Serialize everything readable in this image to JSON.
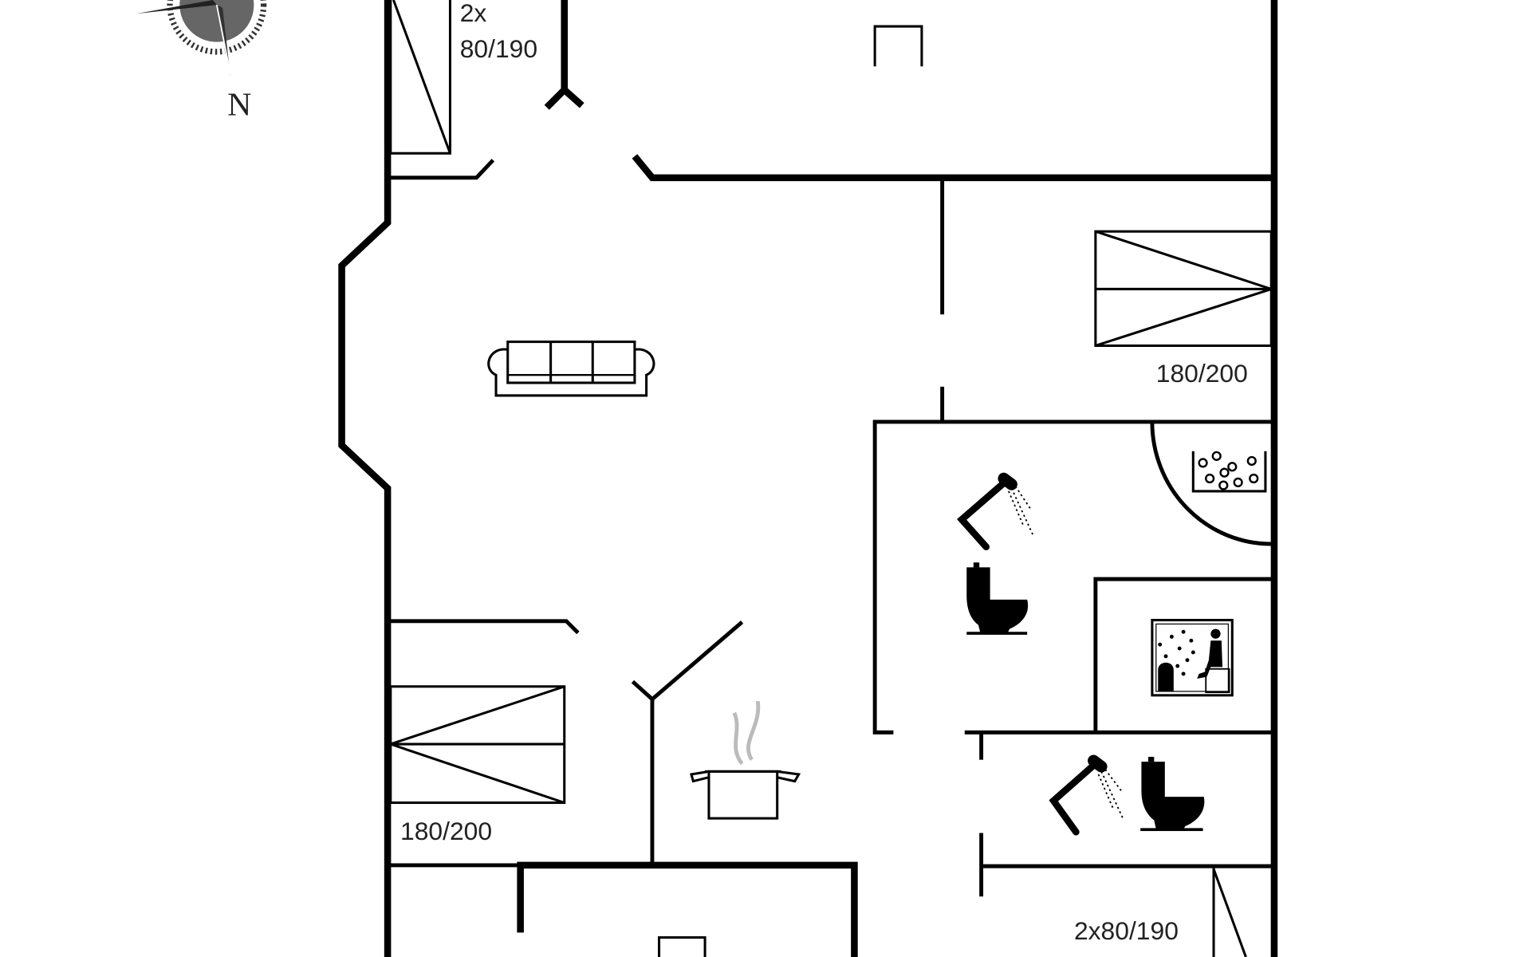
{
  "plan": {
    "compass_label": "N",
    "labels": {
      "bed_top_left_count": "2x",
      "bed_top_left_size": "80/190",
      "bed_right": "180/200",
      "bed_bottom_left": "180/200",
      "bed_bottom_right": "2x80/190"
    },
    "icons": [
      "compass-icon",
      "sofa-icon",
      "spa-bath-icon",
      "shower-icon",
      "toilet-icon",
      "sauna-icon",
      "kitchen-pot-icon",
      "bed-icon"
    ],
    "colors": {
      "wall": "#000000",
      "background": "#ffffff",
      "steam": "#bbbbbb"
    }
  }
}
